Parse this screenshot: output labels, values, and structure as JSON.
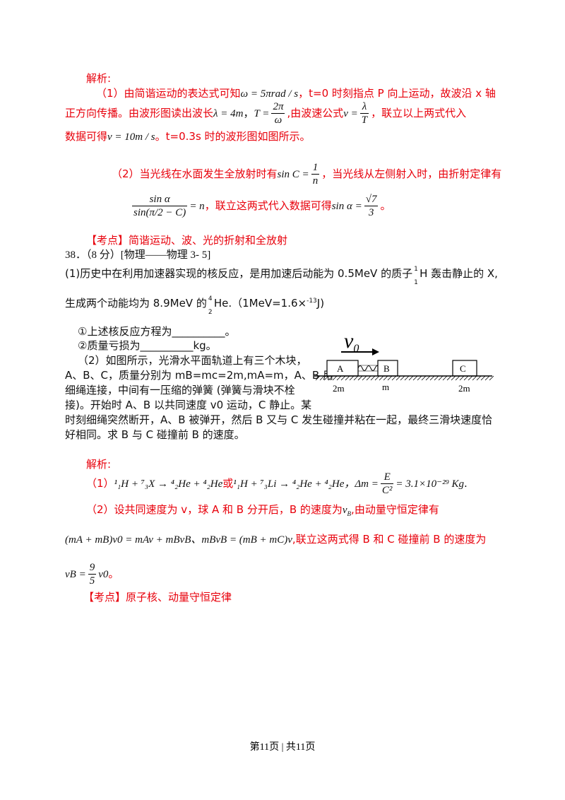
{
  "section1": {
    "heading": "解析:",
    "p1_a": "（1）由简谐运动的表达式可知",
    "p1_omega": "ω = 5πrad / s",
    "p1_b": "，t=0 时刻指点 P 向上运动，故波沿 x 轴",
    "p2_a": "正方向传播。由波形图读出波长",
    "p2_lambda": "λ = 4m",
    "p2_T": "T =",
    "p2_T_num": "2π",
    "p2_T_den": "ω",
    "p2_b": ",由波速公式",
    "p2_v": "v =",
    "p2_v_num": "λ",
    "p2_v_den": "T",
    "p2_c": "，联立以上两式代入",
    "p3_a": "数据可得",
    "p3_v": "v = 10m / s",
    "p3_b": "。t=0.3s 时的波形图如图所示。",
    "p4_a": "（2）当光线在水面发生全放射时有",
    "p4_sinC": "sin C =",
    "p4_num": "1",
    "p4_den": "n",
    "p4_b": "，当光线从左侧射入时，由折射定律有",
    "p5_num": "sin α",
    "p5_den": "sin(π/2 − C)",
    "p5_eq": "= n",
    "p5_a": "，联立这两式代入数据可得",
    "p5_sin": "sin α =",
    "p5_rnum": "√7",
    "p5_rden": "3",
    "p5_end": "。",
    "kaodian": "【考点】简谐运动、波、光的折射和全放射"
  },
  "q38": {
    "title": "38．（8 分）[物理——物理 3- 5]",
    "p1_a": "(1)历史中在利用加速器实现的核反应，是用加速后动能为 0.5MeV 的质子",
    "p1_H": "H 轰击静止的 X,",
    "p1_Hsup": "1",
    "p1_Hsub": "1",
    "p2_a": "生成两个动能均为 8.9MeV 的",
    "p2_He": "He.（1MeV=1.6×",
    "p2_exp": "-13",
    "p2_J": "J)",
    "p2_sup": "4",
    "p2_sub": "2",
    "item1": "①上述核反应方程为__________。",
    "item2": "②质量亏损为__________kg。",
    "p3": "（2）如图所示，光滑水平面轨道上有三个木块，",
    "p4": "A、B、C，质量分别为 mB=mc=2m,mA=m，A、B 用",
    "p5": "细绳连接，中间有一压缩的弹簧 (弹簧与滑块不栓",
    "p6": "接)。开始时 A、B 以共同速度 v0 运动，C 静止。某",
    "p7": "时刻细绳突然断开，A、B 被弹开，然后 B 又与 C 发生碰撞并粘在一起，最终三滑块速度恰",
    "p8": "好相同。求 B 与 C 碰撞前 B 的速度。"
  },
  "figure": {
    "v0": "v",
    "v0_sub": "0",
    "block_A": "A",
    "block_B": "B",
    "block_C": "C",
    "label_A": "2m",
    "label_B": "m",
    "label_C": "2m"
  },
  "section2": {
    "heading": "解析:",
    "s1_a": "（1）",
    "s1_eq1": "¹₁H + ⁷₃X → ⁴₂He + ⁴₂He",
    "s1_or": "或",
    "s1_eq2": "¹₁H + ⁷₃Li → ⁴₂He + ⁴₂He",
    "s1_dm": "，Δm =",
    "s1_num": "E",
    "s1_den": "C²",
    "s1_val": "= 3.1×10⁻²⁹ Kg",
    "s1_end": ".",
    "s2_a": "（2）设共同速度为 v，球 A 和 B 分开后，B 的速度为",
    "s2_vB": "v",
    "s2_vB_sub": "B",
    "s2_b": ",由动量守恒定律有",
    "s3_eq": "(mA + mB)v0 = mAv + mBvB、mBvB = (mB + mC)v",
    "s3_b": ",联立这两式得 B 和 C 碰撞前 B 的速度为",
    "s4_lhs": "vB =",
    "s4_num": "9",
    "s4_den": "5",
    "s4_rhs": "v0",
    "s4_end": "。",
    "kaodian": "【考点】原子核、动量守恒定律"
  },
  "footer": "第11页 | 共11页"
}
